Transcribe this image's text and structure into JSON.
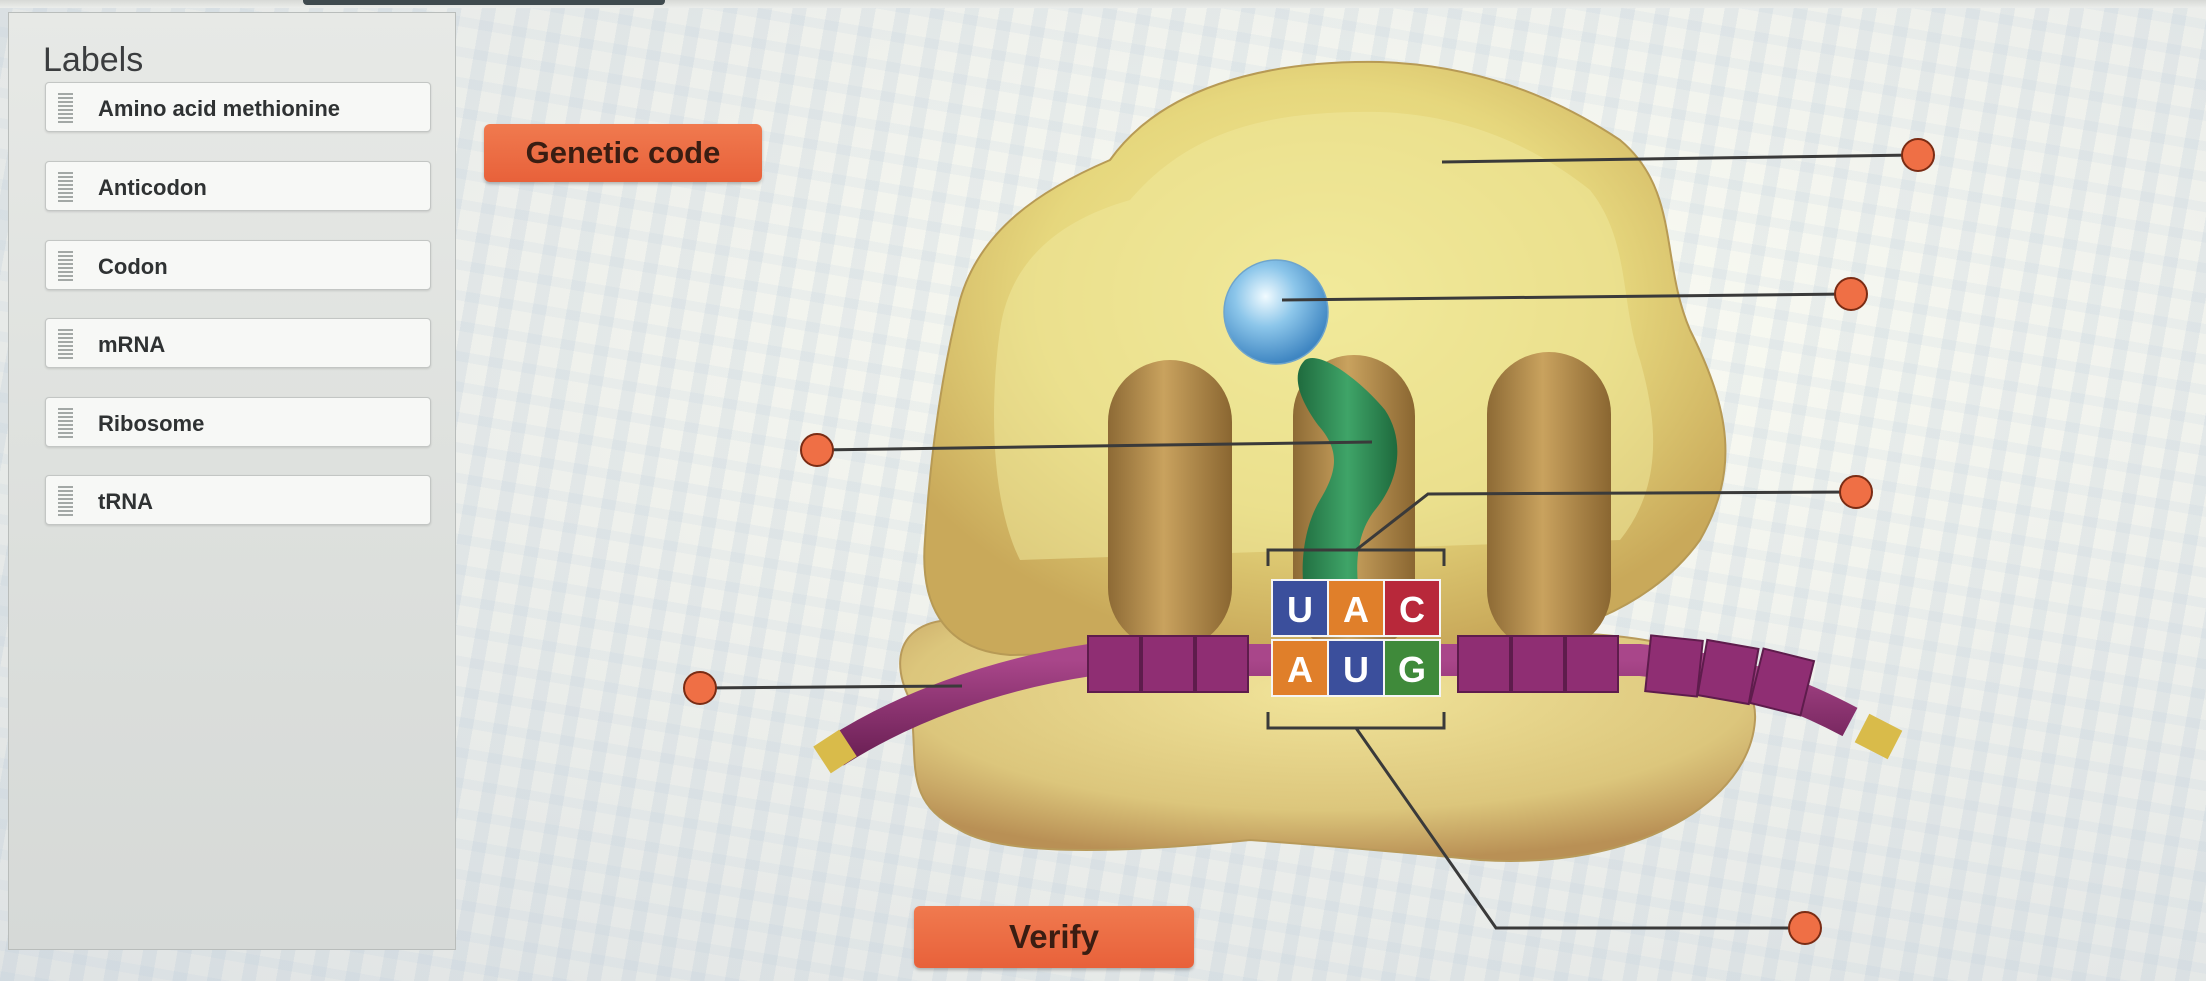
{
  "labels_panel": {
    "title": "Labels",
    "items": [
      {
        "label": "Amino acid methionine"
      },
      {
        "label": "Anticodon"
      },
      {
        "label": "Codon"
      },
      {
        "label": "mRNA"
      },
      {
        "label": "Ribosome"
      },
      {
        "label": "tRNA"
      }
    ]
  },
  "buttons": {
    "genetic_code": "Genetic code",
    "verify": "Verify"
  },
  "diagram": {
    "anticodon_bases": [
      "U",
      "A",
      "C"
    ],
    "codon_bases": [
      "A",
      "U",
      "G"
    ],
    "colors": {
      "accent_orange": "#e8613a",
      "ribosome": "#e4d37a",
      "trna": "#2f8a55",
      "mrna": "#8c2f72",
      "methionine": "#7fb8e0",
      "U": "#3b4f9c",
      "A": "#e07f2a",
      "C": "#b8283a",
      "G": "#3f8a3a"
    }
  }
}
